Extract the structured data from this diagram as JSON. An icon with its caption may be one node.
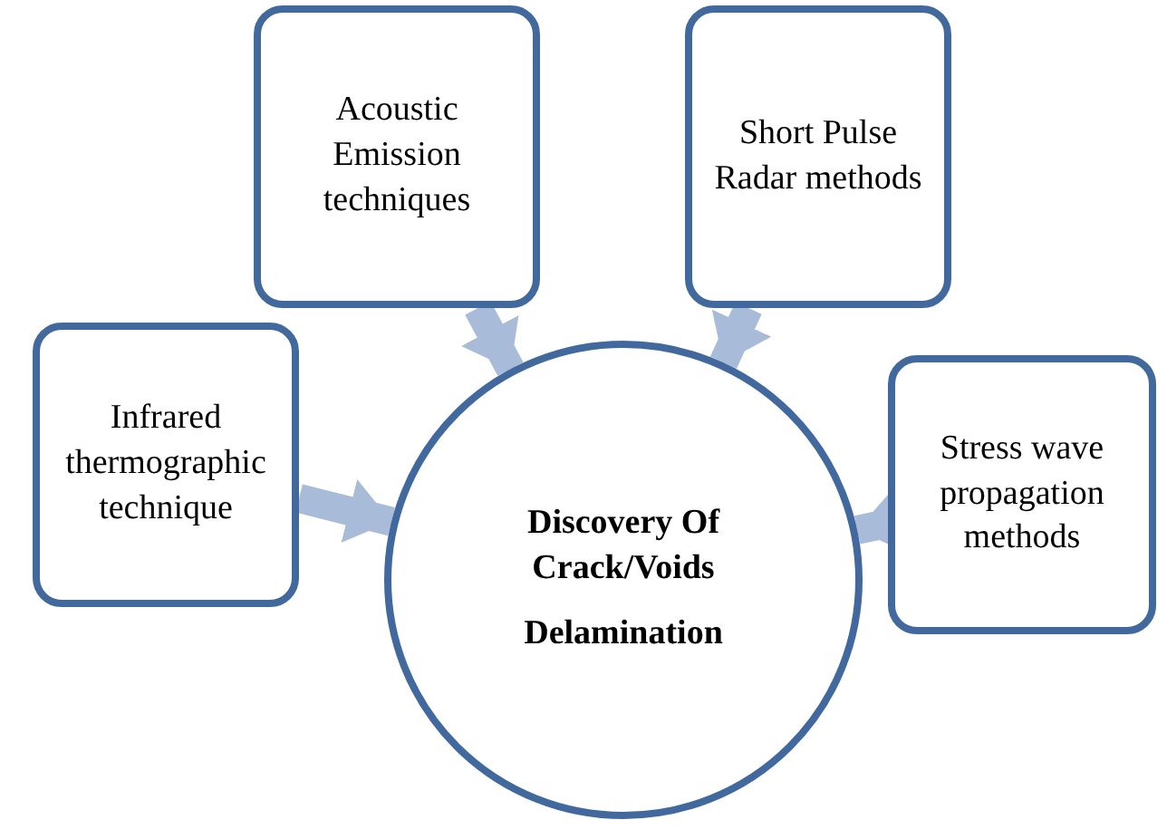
{
  "diagram": {
    "nodes": [
      {
        "text": [
          "Infrared thermographic technique"
        ]
      },
      {
        "text": [
          "Acoustic Emission techniques"
        ]
      },
      {
        "text": [
          "Short Pulse Radar methods"
        ]
      },
      {
        "text": [
          "Stress wave propagation methods"
        ]
      },
      {
        "text": [
          "Discovery Of Crack/Voids",
          "Delamination"
        ]
      }
    ],
    "edges": [
      {
        "from": 0,
        "to": 4,
        "arrow": "to"
      },
      {
        "from": 1,
        "to": 4,
        "arrow": "to"
      },
      {
        "from": 2,
        "to": 4,
        "arrow": "to"
      },
      {
        "from": 3,
        "to": 4,
        "arrow": "to"
      }
    ]
  }
}
